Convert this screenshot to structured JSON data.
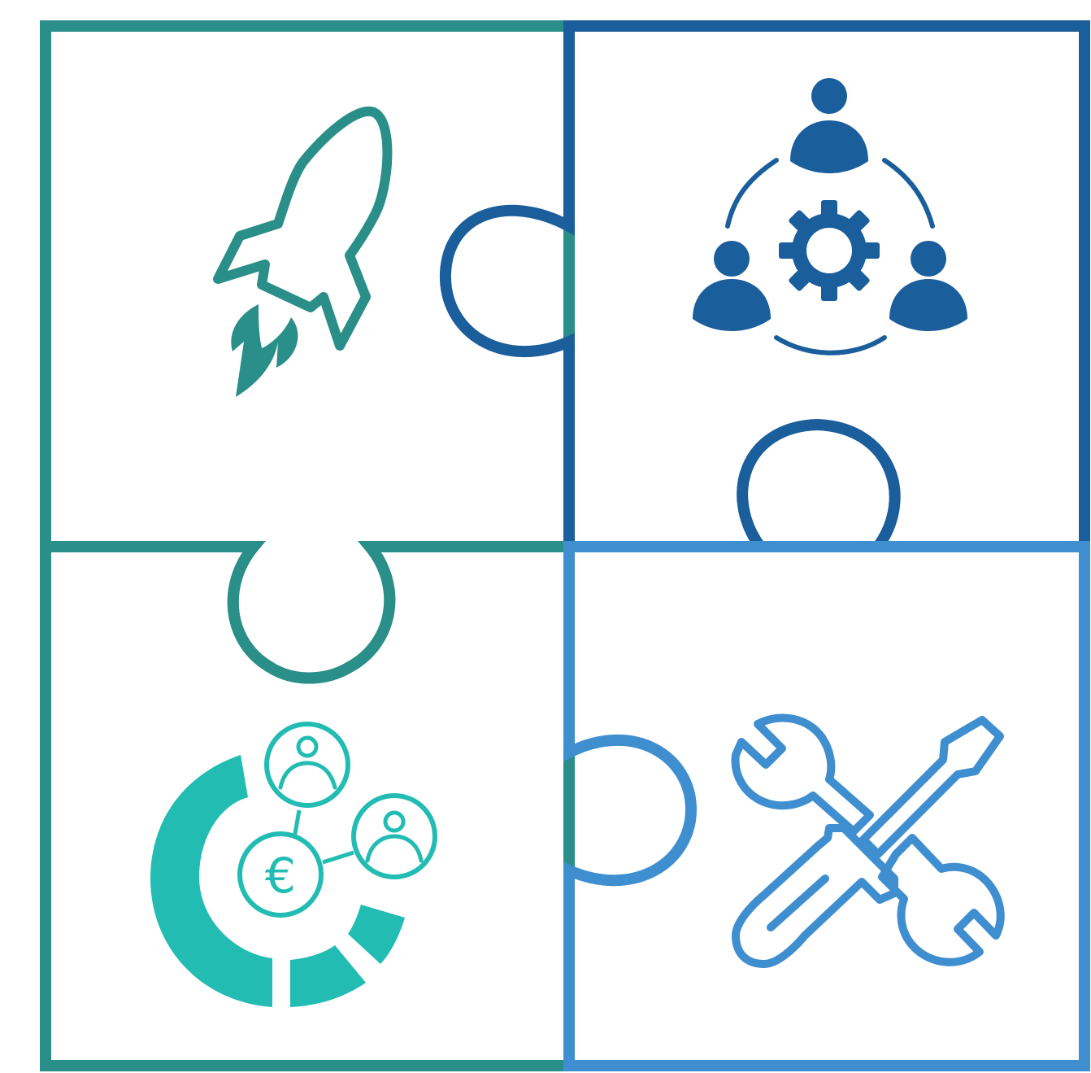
{
  "pieces": [
    {
      "id": "top-left",
      "icon": "rocket-icon",
      "color": "#2A8E89"
    },
    {
      "id": "top-right",
      "icon": "team-gear-icon",
      "color": "#1A5E9C"
    },
    {
      "id": "bottom-left",
      "icon": "euro-network-icon",
      "color": "#2A8E89",
      "icon_color": "#22BCB3"
    },
    {
      "id": "bottom-right",
      "icon": "tools-icon",
      "color": "#3F8FD0"
    }
  ],
  "labels": {
    "currency_symbol": "€"
  }
}
